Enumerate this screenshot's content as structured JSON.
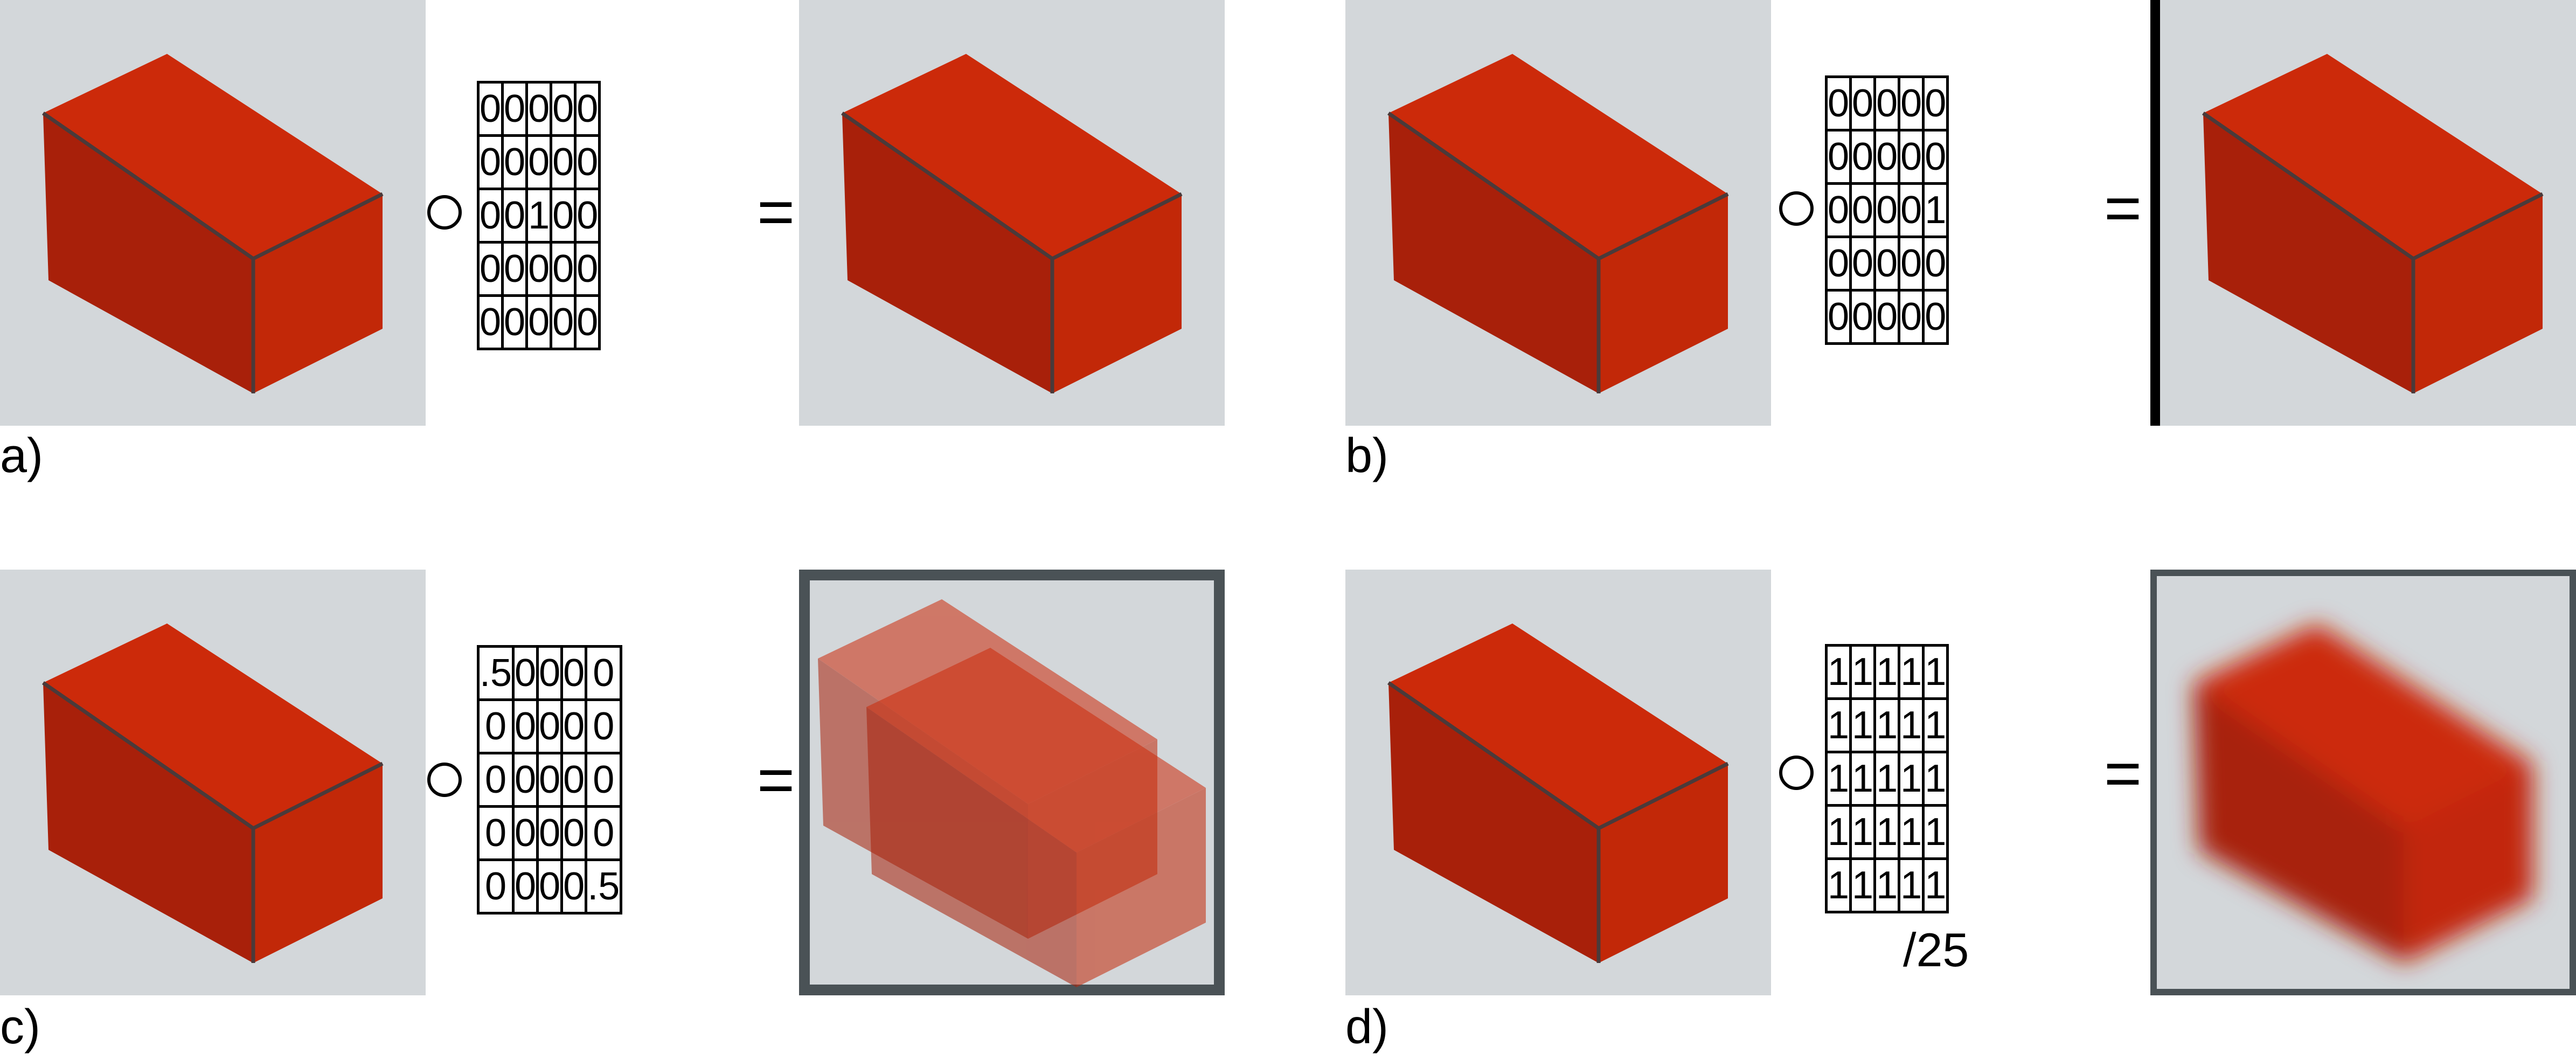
{
  "panels": [
    {
      "label": "a)",
      "kernel": [
        [
          "0",
          "0",
          "0",
          "0",
          "0"
        ],
        [
          "0",
          "0",
          "0",
          "0",
          "0"
        ],
        [
          "0",
          "0",
          "1",
          "0",
          "0"
        ],
        [
          "0",
          "0",
          "0",
          "0",
          "0"
        ],
        [
          "0",
          "0",
          "0",
          "0",
          "0"
        ]
      ],
      "result": "identity"
    },
    {
      "label": "b)",
      "kernel": [
        [
          "0",
          "0",
          "0",
          "0",
          "0"
        ],
        [
          "0",
          "0",
          "0",
          "0",
          "0"
        ],
        [
          "0",
          "0",
          "0",
          "0",
          "1"
        ],
        [
          "0",
          "0",
          "0",
          "0",
          "0"
        ],
        [
          "0",
          "0",
          "0",
          "0",
          "0"
        ]
      ],
      "result": "shift"
    },
    {
      "label": "c)",
      "kernel": [
        [
          ".5",
          "0",
          "0",
          "0",
          "0"
        ],
        [
          "0",
          "0",
          "0",
          "0",
          "0"
        ],
        [
          "0",
          "0",
          "0",
          "0",
          "0"
        ],
        [
          "0",
          "0",
          "0",
          "0",
          "0"
        ],
        [
          "0",
          "0",
          "0",
          "0",
          ".5"
        ]
      ],
      "result": "double"
    },
    {
      "label": "d)",
      "kernel": [
        [
          "1",
          "1",
          "1",
          "1",
          "1"
        ],
        [
          "1",
          "1",
          "1",
          "1",
          "1"
        ],
        [
          "1",
          "1",
          "1",
          "1",
          "1"
        ],
        [
          "1",
          "1",
          "1",
          "1",
          "1"
        ],
        [
          "1",
          "1",
          "1",
          "1",
          "1"
        ]
      ],
      "result": "blur",
      "divisor": "/25"
    }
  ],
  "operators": {
    "convolve": "○",
    "equals": "="
  },
  "colors": {
    "background": "#d3d7da",
    "brick_top": "#cc2a0a",
    "brick_left": "#a8200a",
    "brick_right": "#c22808",
    "edge": "#4a3a3a",
    "frame": "#4a5256"
  }
}
